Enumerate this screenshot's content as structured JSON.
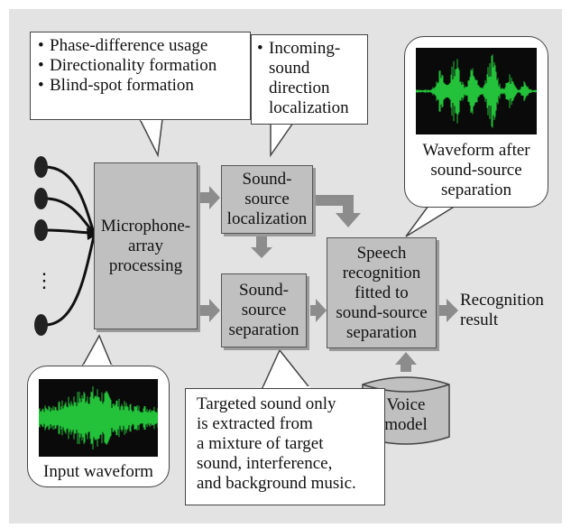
{
  "callouts": {
    "features": [
      "Phase-difference usage",
      "Directionality formation",
      "Blind-spot formation"
    ],
    "direction": [
      "Incoming-",
      "sound",
      "direction",
      "localization"
    ],
    "waveform_after": "Waveform after sound-source separation",
    "input_waveform": "Input waveform",
    "targeted": [
      "Targeted sound only",
      "is extracted from",
      "a mixture of target",
      "sound, interference,",
      "and background music."
    ]
  },
  "blocks": {
    "mic_array": [
      "Microphone-",
      "array",
      "processing"
    ],
    "localization": [
      "Sound-",
      "source",
      "localization"
    ],
    "separation": [
      "Sound-",
      "source",
      "separation"
    ],
    "recognition": [
      "Speech",
      "recognition",
      "fitted to",
      "sound-source",
      "separation"
    ],
    "voice_model": [
      "Voice",
      "model"
    ]
  },
  "output_label": [
    "Recognition",
    "result"
  ],
  "mic_ellipsis": "⋮",
  "colors": {
    "panel": "#e3e3e3",
    "block": "#c0c0c0",
    "arrow": "#8c8c8c",
    "waveform": "#23c23a",
    "waveform_bg": "#0a0a0a"
  }
}
